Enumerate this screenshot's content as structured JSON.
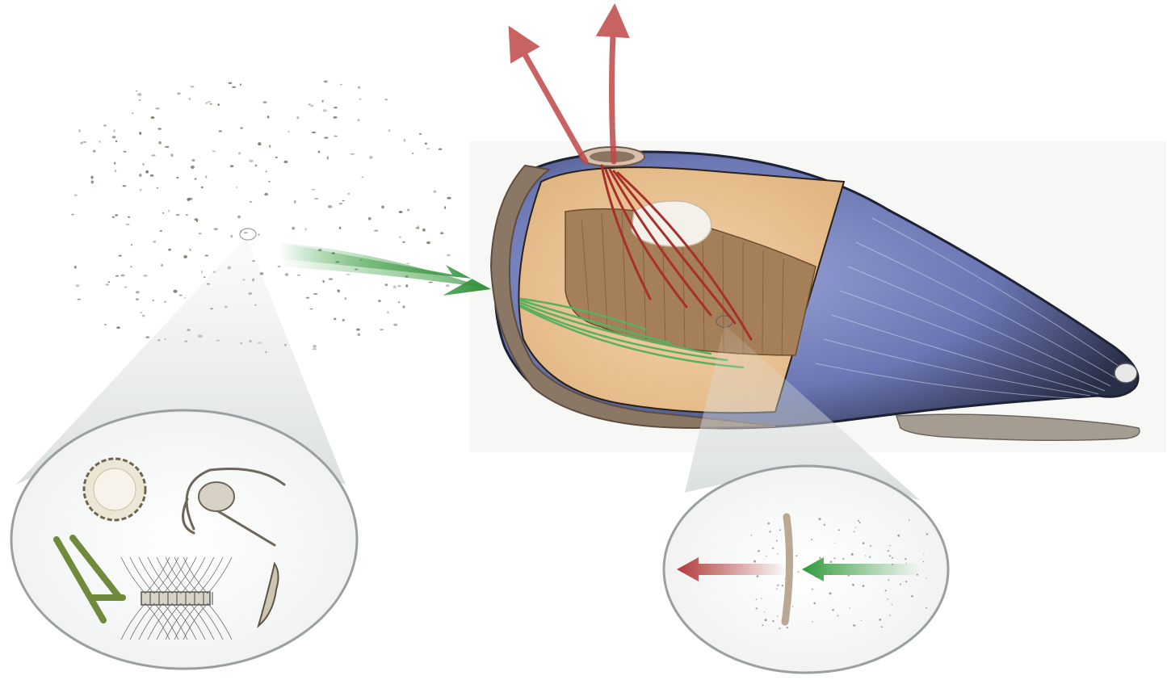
{
  "diagram": {
    "labels": [],
    "colors": {
      "inflow_arrow": "#3f9f45",
      "outflow_arrow": "#b84545",
      "gill_filament_inflow": "#58b060",
      "gill_filament_outflow": "#a8302c",
      "shell_exterior": "#5e6aa8",
      "mantle_interior": "#edc79c",
      "gill_tissue": "#a57f57",
      "lens_outline": "#9aa0a0",
      "particles": "#6b6450"
    },
    "elements": [
      "particle-cloud",
      "inflow-arrow",
      "outflow-arrows",
      "mussel-shell",
      "mussel-cutaway-interior",
      "gill",
      "foot",
      "plankton-magnifier",
      "gill-cilium-magnifier"
    ],
    "plankton_types": [
      "diatom-disc",
      "dinoflagellate",
      "filament-chain",
      "chaetoceros-chain",
      "pennate-diatom"
    ]
  }
}
